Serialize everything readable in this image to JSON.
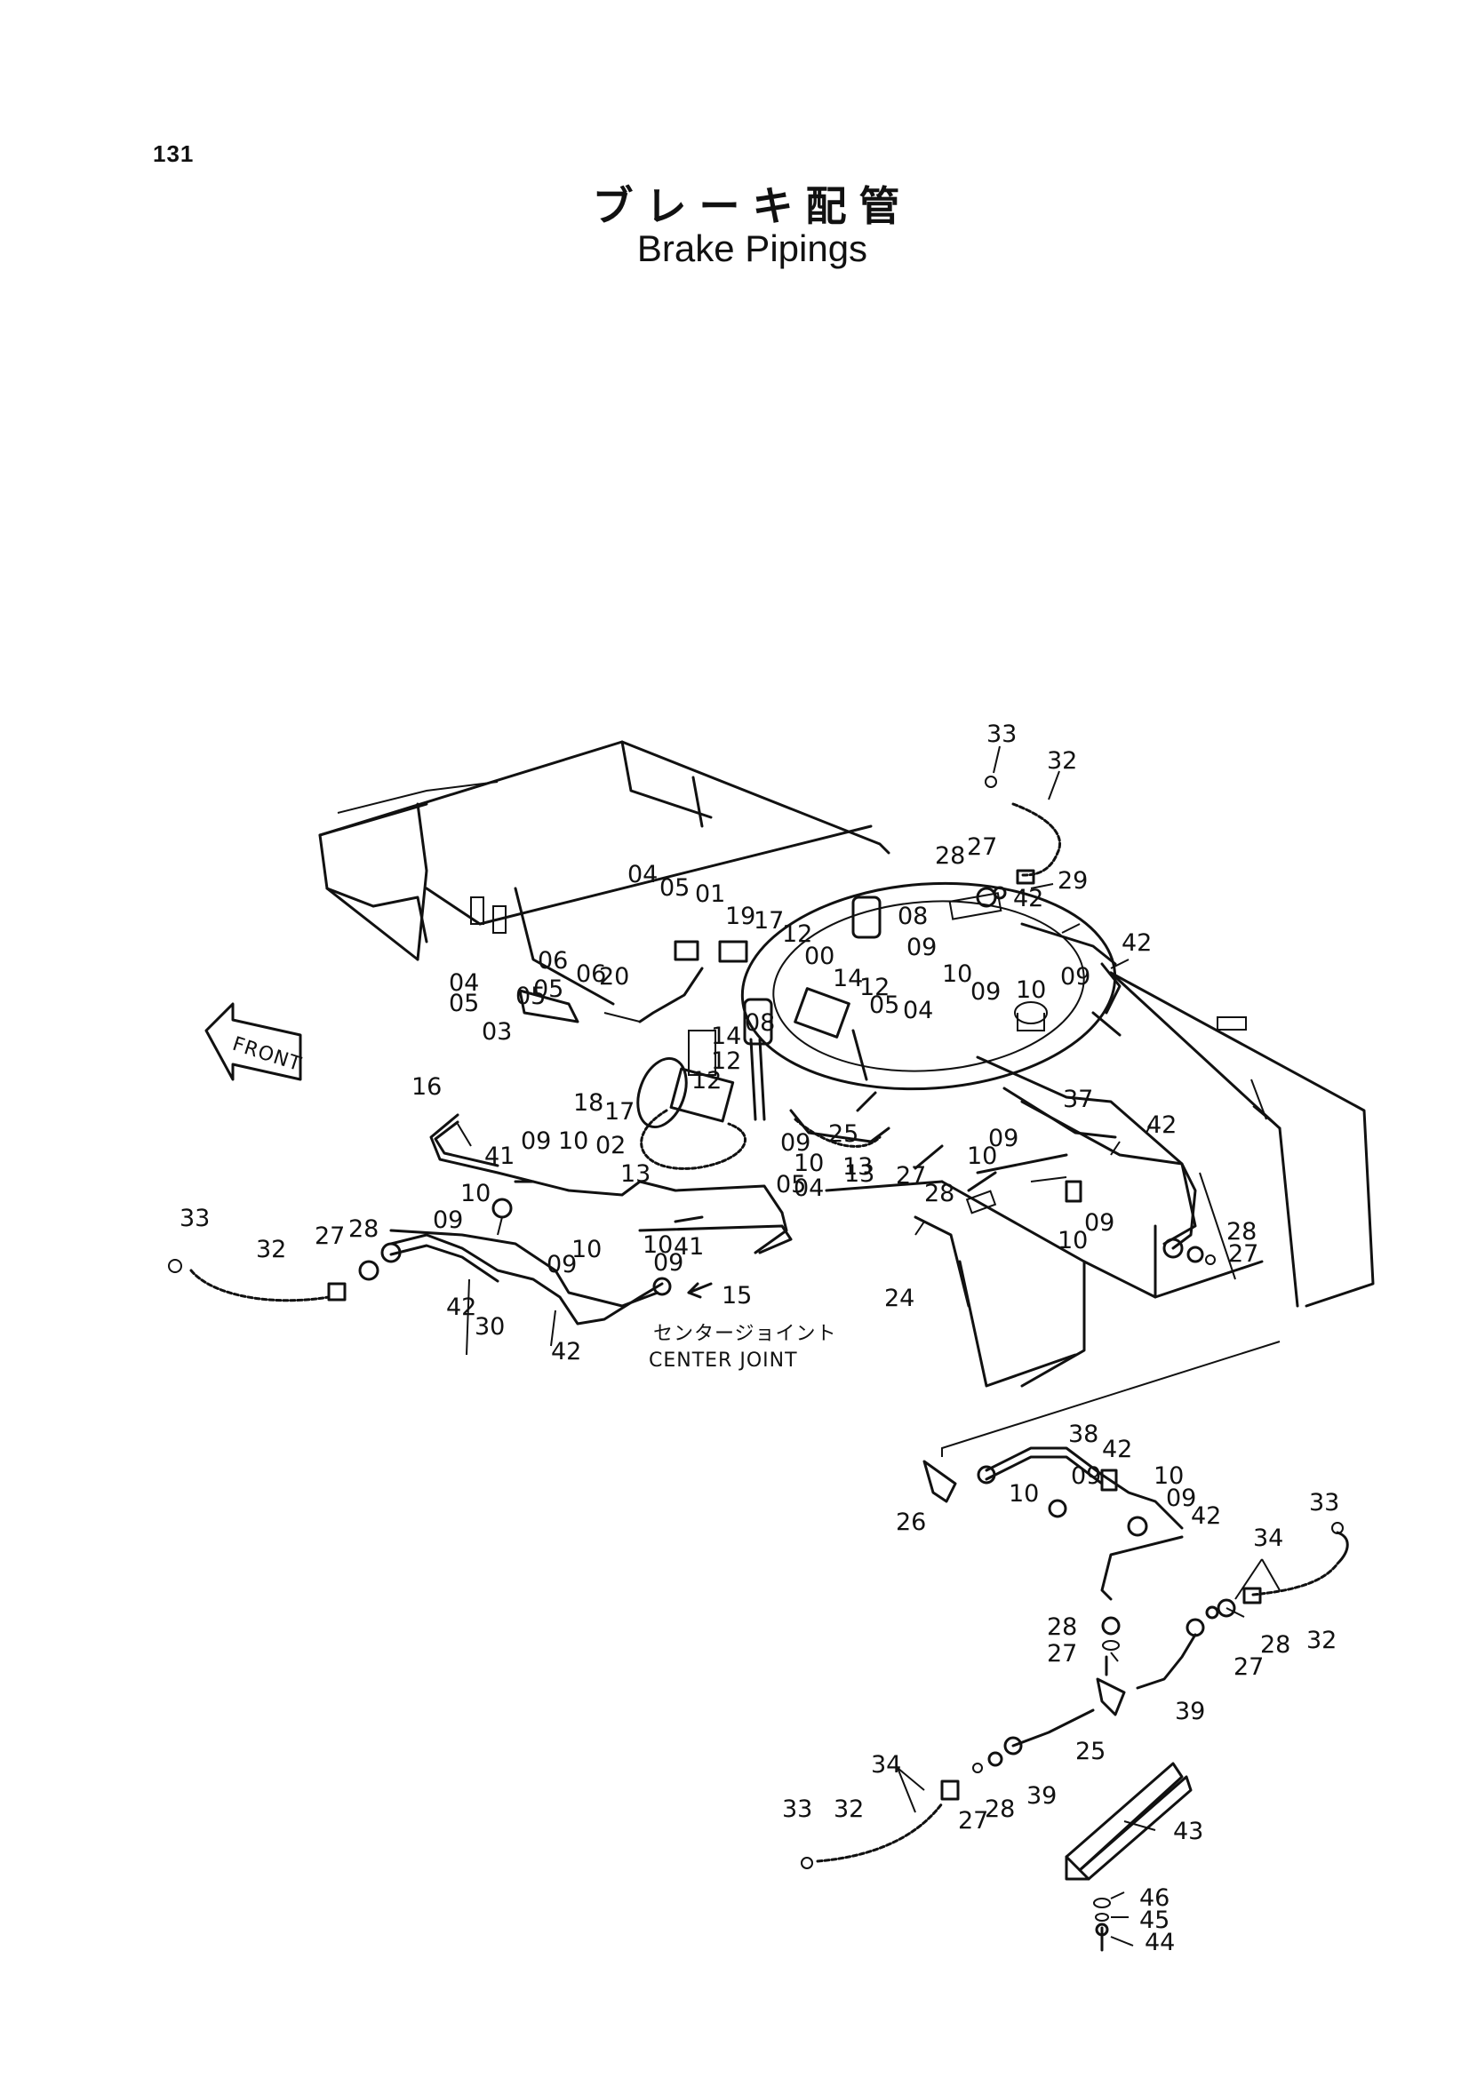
{
  "page_number": "131",
  "title_jp": "ブレーキ配管",
  "title_en": "Brake Pipings",
  "front_label": "FRONT",
  "center_joint_jp": "センタージョイント",
  "center_joint_en": "CENTER JOINT",
  "part_labels": [
    "33",
    "32",
    "28",
    "27",
    "42",
    "29",
    "42",
    "08",
    "09",
    "10",
    "09",
    "10",
    "09",
    "04",
    "05",
    "01",
    "19",
    "17",
    "12",
    "00",
    "14",
    "12",
    "05",
    "04",
    "05",
    "06",
    "06",
    "20",
    "05",
    "04",
    "05",
    "03",
    "08",
    "14",
    "12",
    "12",
    "18",
    "17",
    "02",
    "13",
    "09",
    "10",
    "13",
    "25",
    "09",
    "10",
    "37",
    "42",
    "16",
    "09",
    "10",
    "41",
    "10",
    "13",
    "05",
    "04",
    "27",
    "28",
    "33",
    "32",
    "27",
    "28",
    "09",
    "42",
    "30",
    "42",
    "09",
    "10",
    "10",
    "09",
    "41",
    "15",
    "24",
    "10",
    "09",
    "28",
    "27",
    "38",
    "42",
    "09",
    "10",
    "10",
    "09",
    "42",
    "33",
    "34",
    "32",
    "26",
    "28",
    "27",
    "28",
    "27",
    "39",
    "25",
    "39",
    "34",
    "33",
    "32",
    "27",
    "28",
    "43",
    "46",
    "45",
    "44"
  ]
}
